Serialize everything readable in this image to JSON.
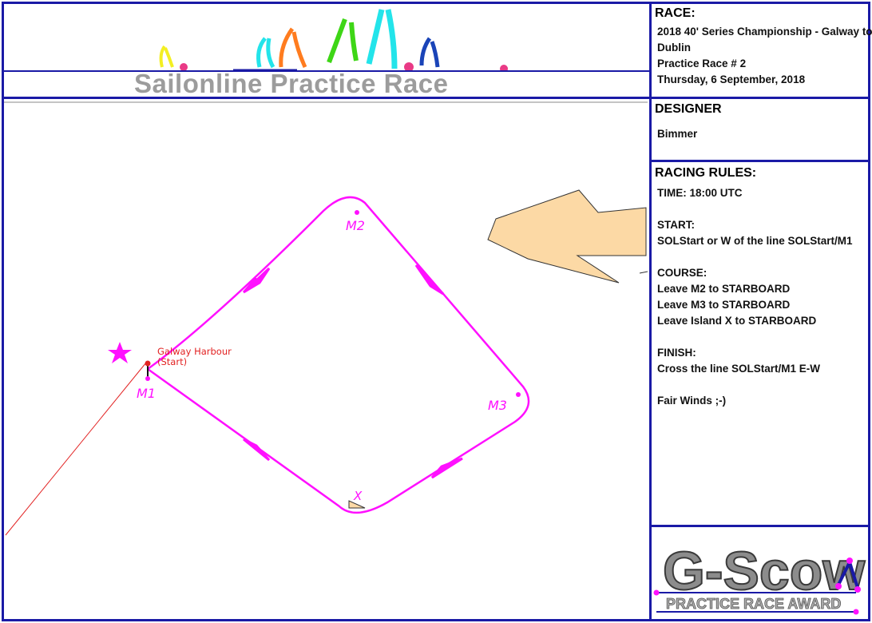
{
  "banner": {
    "title": "Sailonline Practice Race"
  },
  "race": {
    "heading": "RACE:",
    "lines": [
      "2018 40' Series Championship - Galway to",
      "Dublin",
      "Practice Race # 2",
      "Thursday, 6 September, 2018"
    ]
  },
  "designer": {
    "heading": "DESIGNER",
    "name": "Bimmer"
  },
  "rules": {
    "heading": "RACING RULES:",
    "lines": [
      "TIME: 18:00 UTC",
      "",
      "START:",
      "SOLStart or W of the line SOLStart/M1",
      "",
      "COURSE:",
      "Leave M2 to STARBOARD",
      "Leave M3 to STARBOARD",
      "Leave Island X to STARBOARD",
      "",
      "FINISH:",
      "Cross the line SOLStart/M1 E-W",
      "",
      "Fair Winds ;-)"
    ]
  },
  "map": {
    "start_label_line1": "Galway Harbour",
    "start_label_line2": "(Start)",
    "marks": {
      "m1": "M1",
      "m2": "M2",
      "m3": "M3",
      "x": "X"
    }
  },
  "award": {
    "title": "G-Scow",
    "subtitle": "PRACTICE RACE AWARD"
  },
  "colors": {
    "frame": "#1a1aa6",
    "course": "#ff10ff",
    "land": "#fcd9a5",
    "start_line": "#e22222"
  }
}
